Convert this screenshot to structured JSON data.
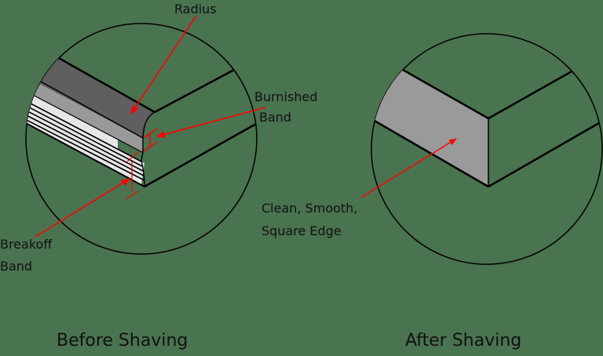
{
  "colors": {
    "background": "#4a7350",
    "outline": "#000000",
    "arrow": "#ff0000",
    "dark_band": "#5f5f5f",
    "mid_band": "#999999",
    "light_band": "#e6e6e6",
    "clean_face": "#9a9a9a"
  },
  "before": {
    "caption": "Before Shaving",
    "labels": {
      "radius": "Radius",
      "burnished_line1": "Burnished",
      "burnished_line2": "Band",
      "breakoff_line1": "Breakoff",
      "breakoff_line2": "Band"
    }
  },
  "after": {
    "caption": "After Shaving",
    "labels": {
      "clean_line1": "Clean, Smooth,",
      "clean_line2": "Square Edge"
    }
  }
}
